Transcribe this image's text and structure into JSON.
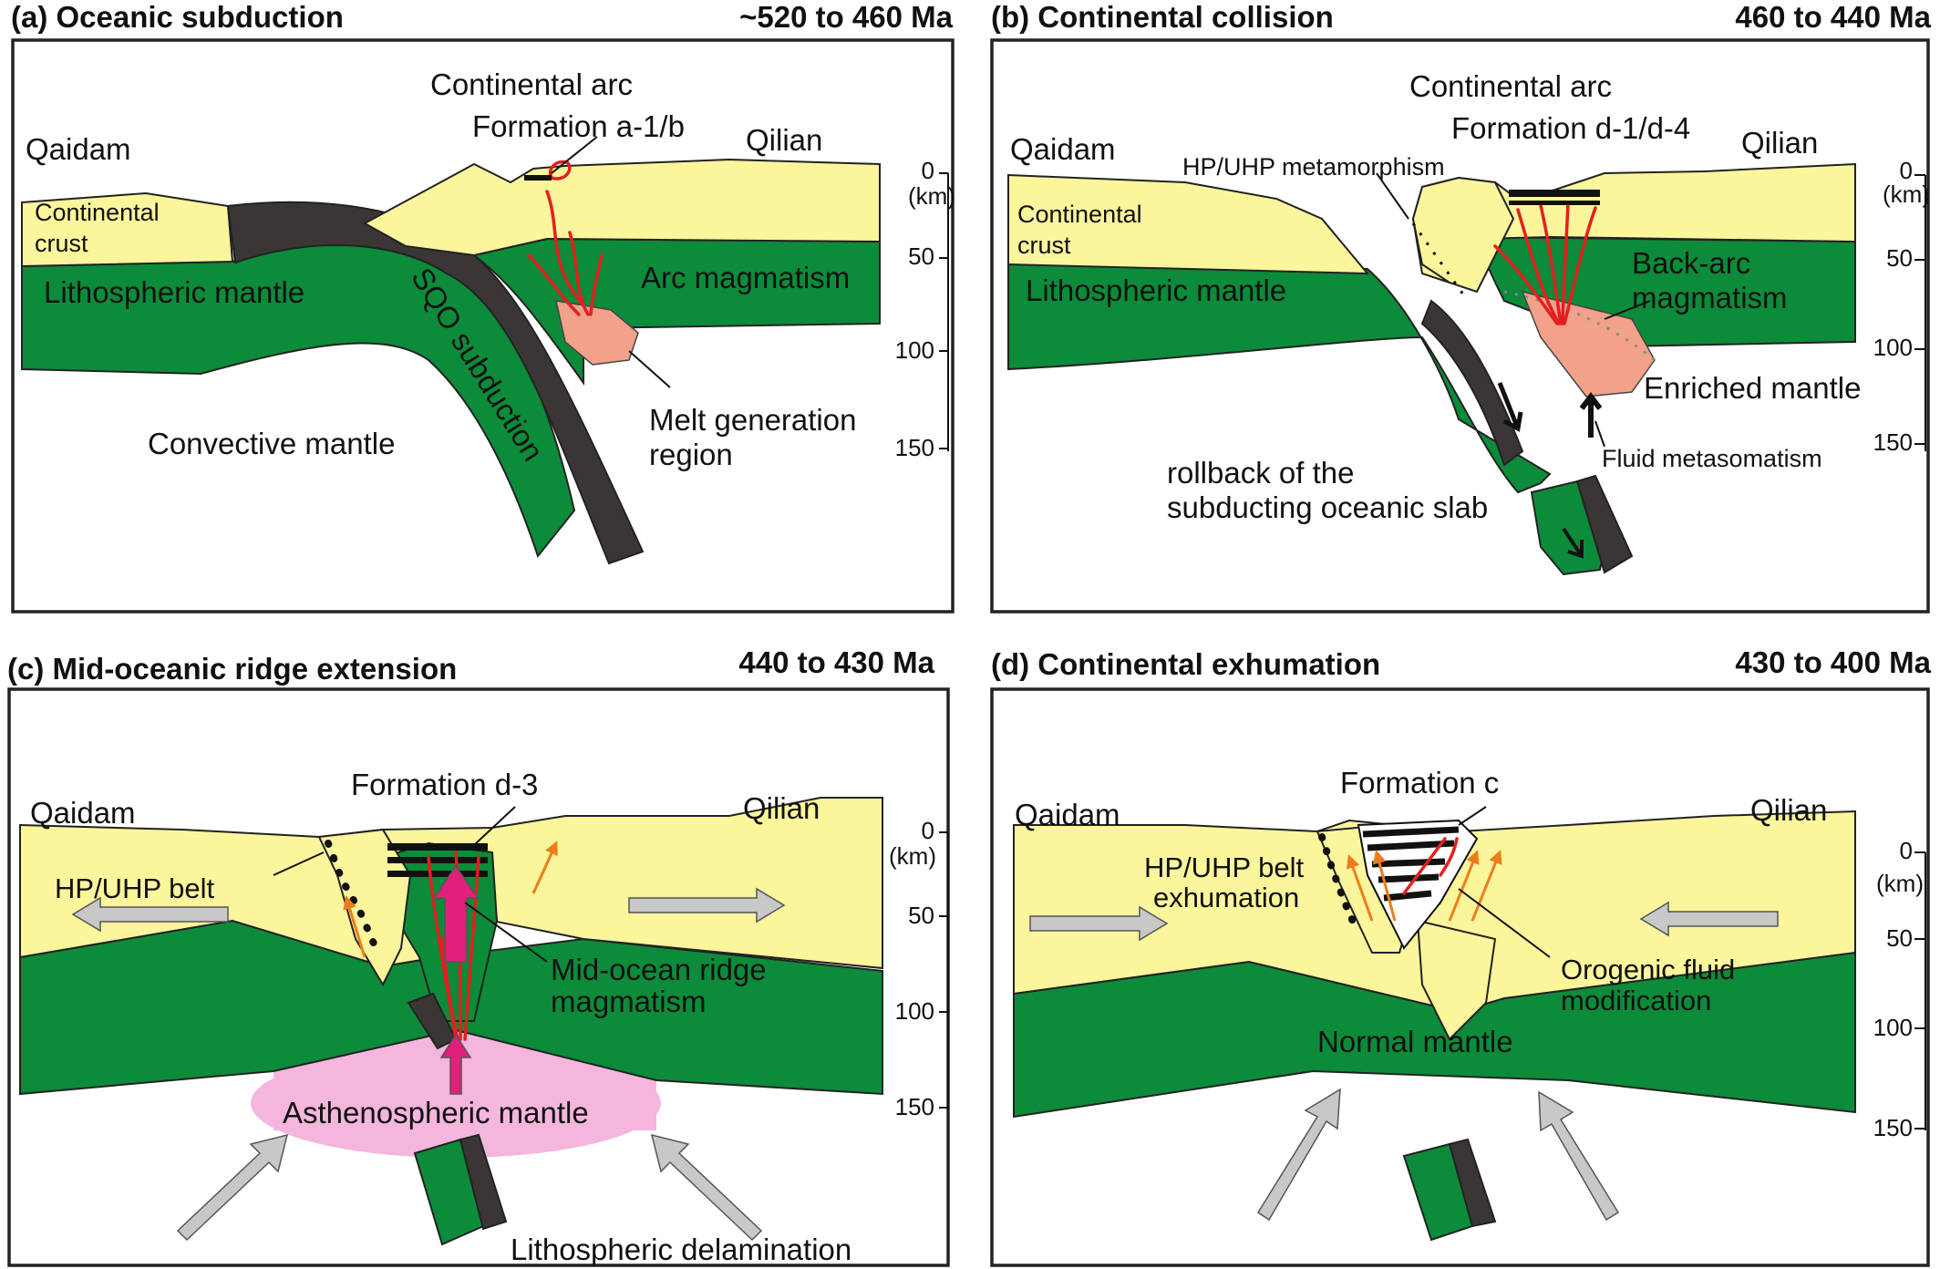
{
  "panels": {
    "a": {
      "title": "(a) Oceanic subduction",
      "age": "~520 to 460 Ma",
      "labels": {
        "qaidam": "Qaidam",
        "qilian": "Qilian",
        "continental_arc": "Continental arc",
        "formation": "Formation a-1/b",
        "crust_1": "Continental",
        "crust_2": "crust",
        "lith_mantle": "Lithospheric mantle",
        "sqo": "SQO subduction",
        "arc_magmatism": "Arc magmatism",
        "melt_1": "Melt generation",
        "melt_2": "region",
        "convective": "Convective mantle"
      },
      "depth_axis": {
        "ticks": [
          "0",
          "50",
          "100",
          "150"
        ],
        "unit": "(km)"
      }
    },
    "b": {
      "title": "(b) Continental collision",
      "age": "460 to 440 Ma",
      "labels": {
        "qaidam": "Qaidam",
        "qilian": "Qilian",
        "continental_arc": "Continental arc",
        "formation": "Formation d-1/d-4",
        "hp_uhp": "HP/UHP metamorphism",
        "crust_1": "Continental",
        "crust_2": "crust",
        "lith_mantle": "Lithospheric mantle",
        "backarc_1": "Back-arc",
        "backarc_2": "magmatism",
        "enriched": "Enriched mantle",
        "fluid": "Fluid metasomatism",
        "rollback_1": "rollback of the",
        "rollback_2": "subducting oceanic slab"
      },
      "depth_axis": {
        "ticks": [
          "0",
          "50",
          "100",
          "150"
        ],
        "unit": "(km)"
      }
    },
    "c": {
      "title": "(c) Mid-oceanic ridge extension",
      "age": "440 to 430 Ma",
      "labels": {
        "qaidam": "Qaidam",
        "qilian": "Qilian",
        "formation": "Formation d-3",
        "hp_belt": "HP/UHP belt",
        "mor_1": "Mid-ocean ridge",
        "mor_2": "magmatism",
        "astheno": "Asthenospheric mantle",
        "delam": "Lithospheric delamination"
      },
      "depth_axis": {
        "ticks": [
          "0",
          "50",
          "100",
          "150"
        ],
        "unit": "(km)"
      }
    },
    "d": {
      "title": "(d) Continental exhumation",
      "age": "430 to 400 Ma",
      "labels": {
        "qaidam": "Qaidam",
        "qilian": "Qilian",
        "formation": "Formation c",
        "hp_belt_1": "HP/UHP belt",
        "hp_belt_2": "exhumation",
        "orogenic_1": "Orogenic fluid",
        "orogenic_2": "modification",
        "normal": "Normal mantle"
      },
      "depth_axis": {
        "ticks": [
          "0",
          "50",
          "100",
          "150"
        ],
        "unit": "(km)"
      }
    }
  },
  "colors": {
    "crust": "#fbf59b",
    "mantle": "#0c8b3a",
    "slab": "#3a3636",
    "melt": "#f2a18a",
    "asthenosphere": "#f4b6dc",
    "veins": "#e41f1f",
    "upwelling": "#e0207a"
  }
}
